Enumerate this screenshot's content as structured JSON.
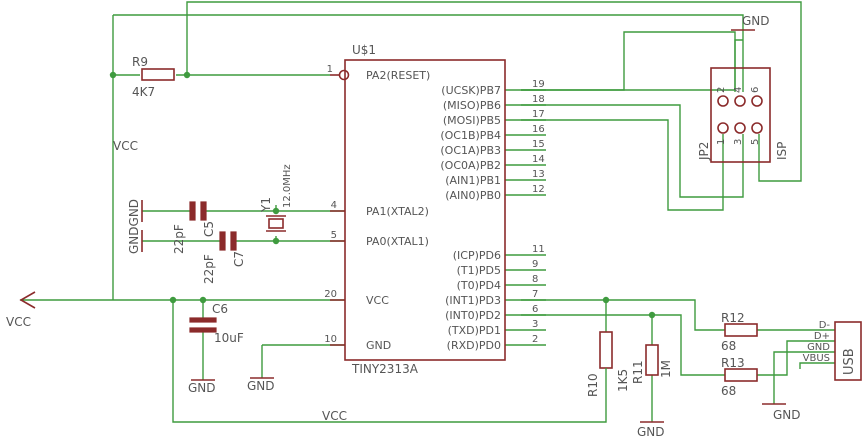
{
  "chip": {
    "ref": "U$1",
    "part": "TINY2313A",
    "left_pins": [
      {
        "num": "1",
        "name": "PA2(RESET)"
      },
      {
        "num": "4",
        "name": "PA1(XTAL2)"
      },
      {
        "num": "5",
        "name": "PA0(XTAL1)"
      },
      {
        "num": "20",
        "name": "VCC"
      },
      {
        "num": "10",
        "name": "GND"
      }
    ],
    "right_pins": [
      {
        "num": "19",
        "name": "(UCSK)PB7"
      },
      {
        "num": "18",
        "name": "(MISO)PB6"
      },
      {
        "num": "17",
        "name": "(MOSI)PB5"
      },
      {
        "num": "16",
        "name": "(OC1B)PB4"
      },
      {
        "num": "15",
        "name": "(OC1A)PB3"
      },
      {
        "num": "14",
        "name": "(OC0A)PB2"
      },
      {
        "num": "13",
        "name": "(AIN1)PB1"
      },
      {
        "num": "12",
        "name": "(AIN0)PB0"
      },
      {
        "num": "11",
        "name": "(ICP)PD6"
      },
      {
        "num": "9",
        "name": "(T1)PD5"
      },
      {
        "num": "8",
        "name": "(T0)PD4"
      },
      {
        "num": "7",
        "name": "(INT1)PD3"
      },
      {
        "num": "6",
        "name": "(INT0)PD2"
      },
      {
        "num": "3",
        "name": "(TXD)PD1"
      },
      {
        "num": "2",
        "name": "(RXD)PD0"
      }
    ]
  },
  "r9": {
    "ref": "R9",
    "value": "4K7"
  },
  "c5": {
    "ref": "C5",
    "value": "22pF"
  },
  "c7": {
    "ref": "C7",
    "value": "22pF"
  },
  "y1": {
    "ref": "Y1",
    "value": "12.0MHz"
  },
  "c6": {
    "ref": "C6",
    "value": "10uF"
  },
  "r10": {
    "ref": "R10",
    "value": "1K5"
  },
  "r11": {
    "ref": "R11",
    "value": "1M"
  },
  "r12": {
    "ref": "R12",
    "value": "68"
  },
  "r13": {
    "ref": "R13",
    "value": "68"
  },
  "jp2": {
    "ref": "JP2",
    "label": "ISP",
    "pins": [
      "2",
      "4",
      "6",
      "1",
      "3",
      "5"
    ]
  },
  "usb": {
    "label": "USB",
    "pins": [
      "D-",
      "D+",
      "GND",
      "VBUS"
    ]
  },
  "nets": {
    "vcc_top": "VCC",
    "vcc_left": "VCC",
    "vcc_bottom": "VCC",
    "gnd": "GND",
    "gndgnd": "GNDGND"
  }
}
